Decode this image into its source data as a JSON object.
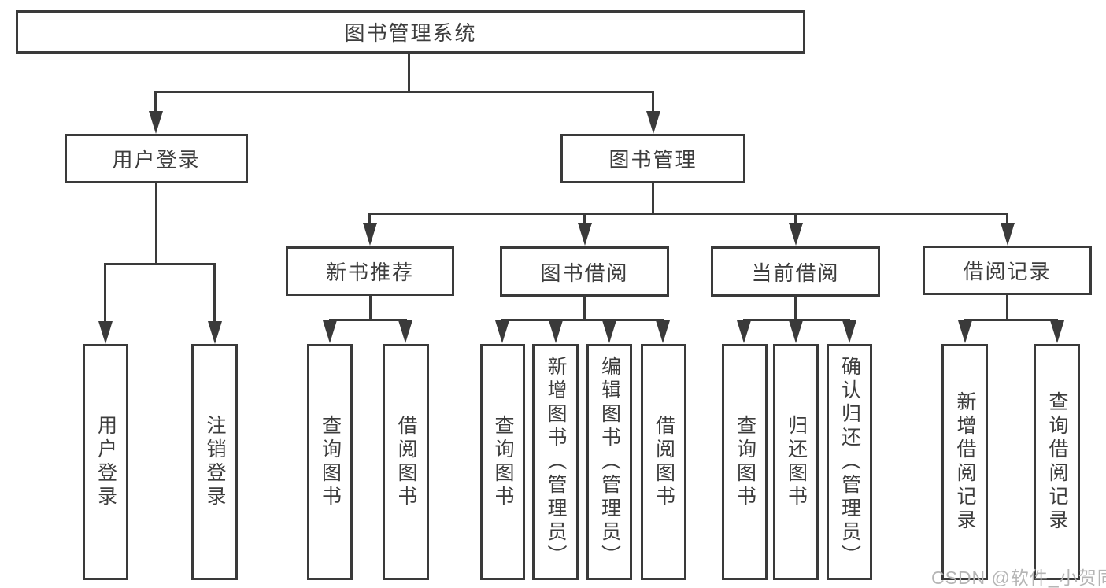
{
  "diagram": {
    "root": {
      "label": "图书管理系统"
    },
    "branches": [
      {
        "label": "用户登录",
        "children": [
          {
            "label": "用户登录"
          },
          {
            "label": "注销登录"
          }
        ]
      },
      {
        "label": "图书管理",
        "children": [
          {
            "label": "新书推荐",
            "children": [
              {
                "label": "查询图书"
              },
              {
                "label": "借阅图书"
              }
            ]
          },
          {
            "label": "图书借阅",
            "children": [
              {
                "label": "查询图书"
              },
              {
                "label": "新增图书（管理员）"
              },
              {
                "label": "编辑图书（管理员）"
              },
              {
                "label": "借阅图书"
              }
            ]
          },
          {
            "label": "当前借阅",
            "children": [
              {
                "label": "查询图书"
              },
              {
                "label": "归还图书"
              },
              {
                "label": "确认归还（管理员）"
              }
            ]
          },
          {
            "label": "借阅记录",
            "children": [
              {
                "label": "新增借阅记录"
              },
              {
                "label": "查询借阅记录"
              }
            ]
          }
        ]
      }
    ],
    "watermark": "CSDN @软件_小贺同学",
    "colors": {
      "line": "#3a3a3a",
      "text": "#3d3d3d",
      "background": "#ffffff",
      "watermark": "#b5b5b5"
    }
  }
}
